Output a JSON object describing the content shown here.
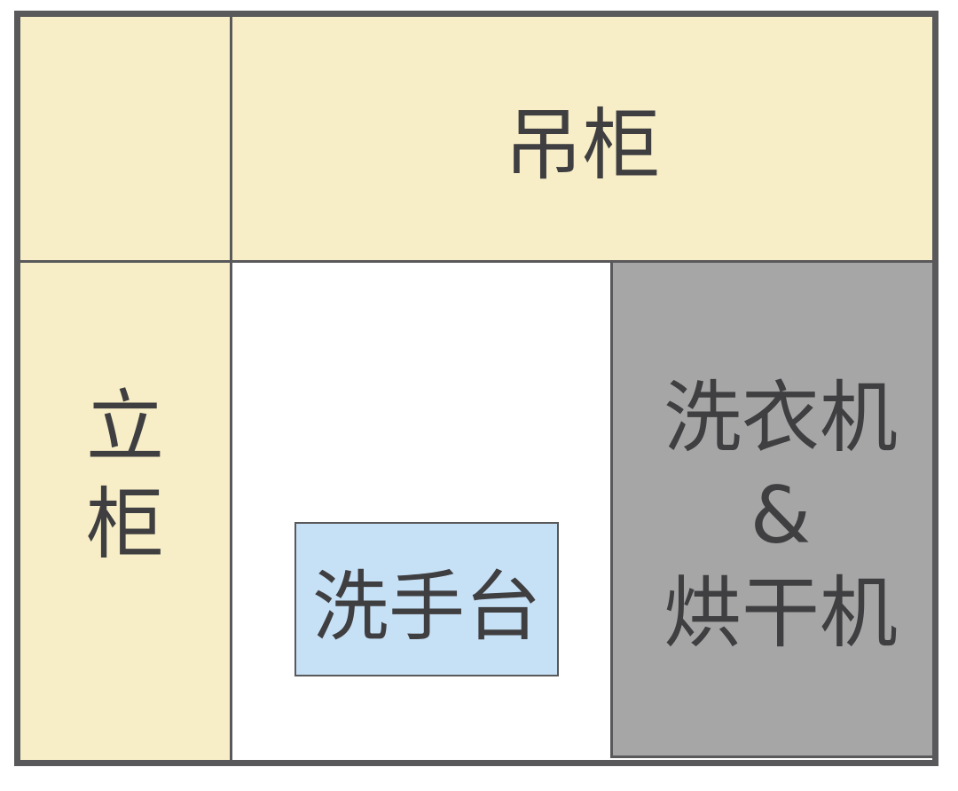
{
  "diagram": {
    "type": "floor-plan-layout",
    "colors": {
      "border": "#59585a",
      "cabinet_fill": "#f7eec7",
      "washer_fill": "#a6a6a6",
      "basin_fill": "#c6e0f5",
      "text": "#3f3e40",
      "background": "#ffffff"
    },
    "regions": {
      "wall_cabinet": {
        "label": "吊柜"
      },
      "tall_cabinet": {
        "label_lines": [
          "立",
          "柜"
        ]
      },
      "washer_dryer": {
        "label_lines": [
          "洗衣机",
          "&",
          "烘干机"
        ]
      },
      "wash_basin": {
        "label": "洗手台"
      }
    }
  }
}
